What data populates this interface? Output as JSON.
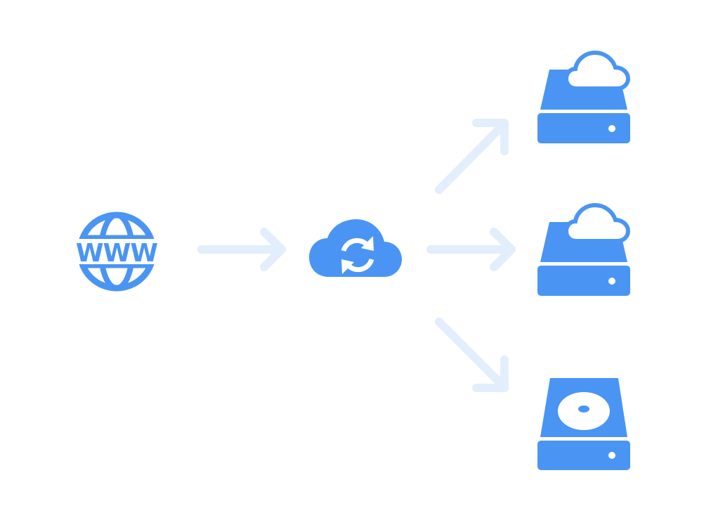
{
  "colors": {
    "icon": "#4a95f3",
    "arrow": "#e3eefc",
    "background": "#ffffff"
  },
  "nodes": {
    "source": {
      "icon": "www-globe-icon",
      "label": "WWW"
    },
    "hub": {
      "icon": "cloud-sync-icon"
    },
    "targets": [
      {
        "icon": "cloud-storage-drive-icon"
      },
      {
        "icon": "cloud-storage-drive-icon"
      },
      {
        "icon": "optical-disc-drive-icon"
      }
    ]
  },
  "arrows": [
    {
      "from": "source",
      "to": "hub"
    },
    {
      "from": "hub",
      "to": "target-1"
    },
    {
      "from": "hub",
      "to": "target-2"
    },
    {
      "from": "hub",
      "to": "target-3"
    }
  ]
}
